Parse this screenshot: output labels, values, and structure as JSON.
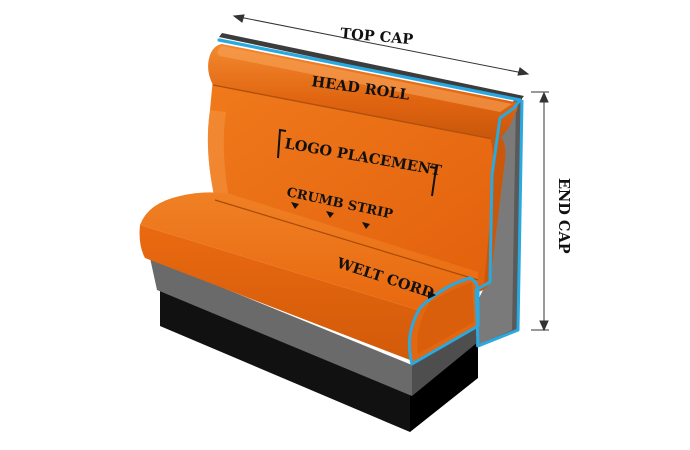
{
  "labels": {
    "top_cap": "TOP CAP",
    "end_cap": "END CAP",
    "head_roll": "HEAD ROLL",
    "logo_placement": "LOGO PLACEMENT",
    "crumb_strip": "CRUMB STRIP",
    "welt_cord": "WELT CORD"
  },
  "colors": {
    "upholstery": "#ee6a10",
    "upholstery_light": "#f5892a",
    "upholstery_dark": "#b74f0a",
    "frame_gray": "#6e6e6e",
    "frame_gray_dark": "#4d4d4d",
    "base_black": "#111111",
    "cap_highlight": "#29a9e0",
    "text": "#111111"
  }
}
